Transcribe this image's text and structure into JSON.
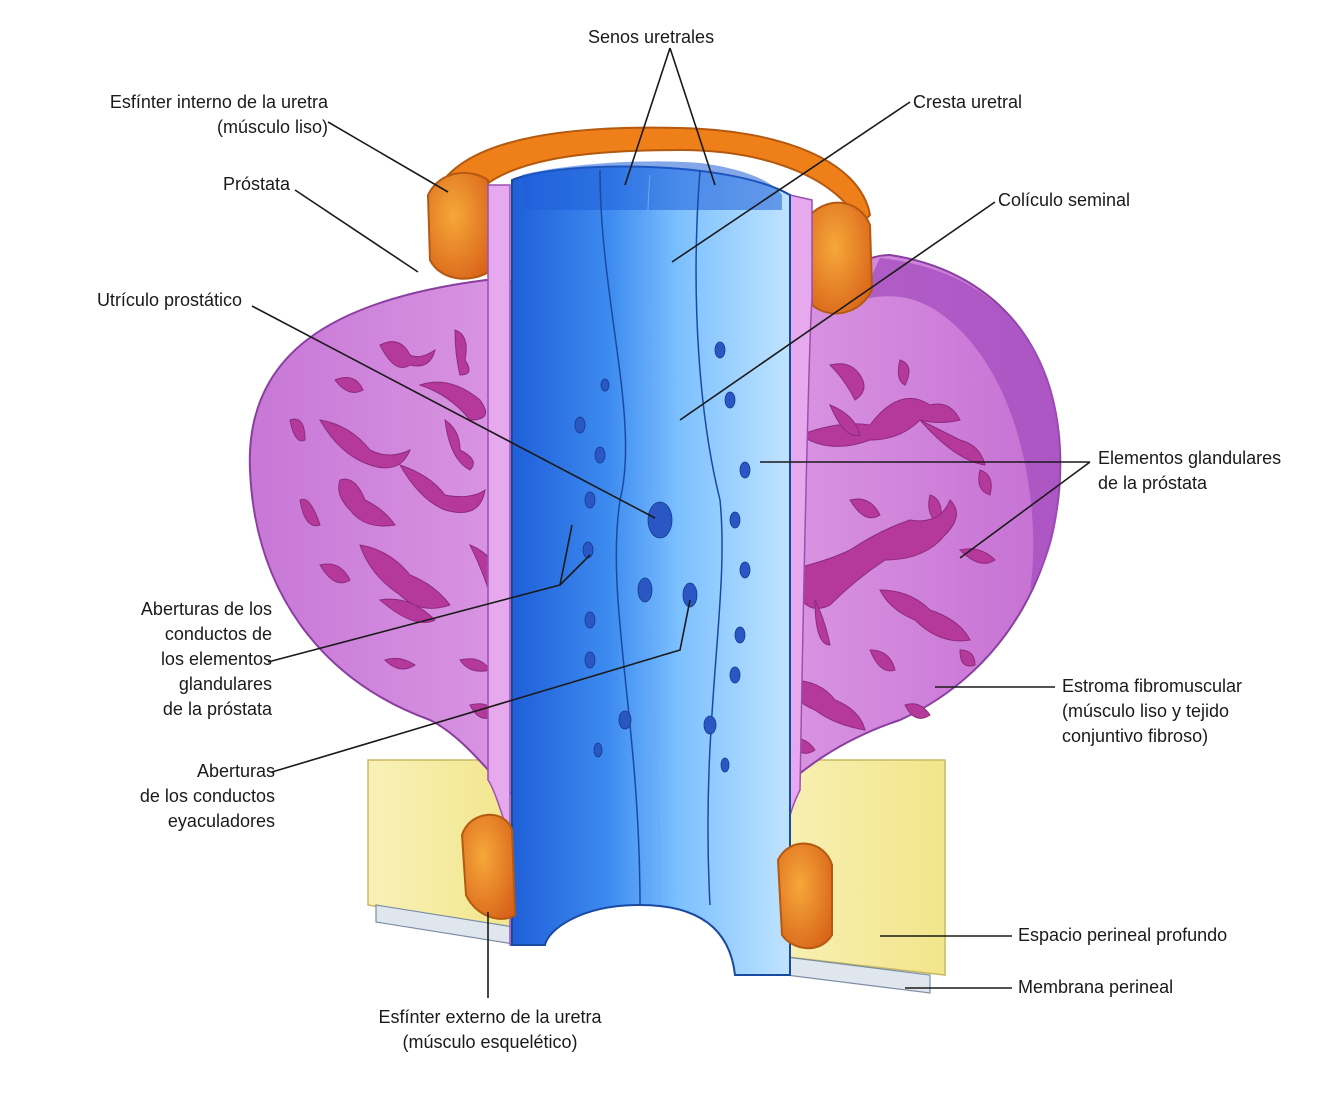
{
  "labels": {
    "senos_uretrales": "Senos uretrales",
    "esfinter_interno_1": "Esfínter interno de la uretra",
    "esfinter_interno_2": "(músculo liso)",
    "cresta_uretral": "Cresta uretral",
    "prostata": "Próstata",
    "coliculo_seminal": "Colículo seminal",
    "utriculo_prostatico": "Utrículo prostático",
    "elementos_glandulares_1": "Elementos glandulares",
    "elementos_glandulares_2": "de la próstata",
    "aberturas_conductos_1": "Aberturas de los",
    "aberturas_conductos_2": "conductos de",
    "aberturas_conductos_3": "los elementos",
    "aberturas_conductos_4": "glandulares",
    "aberturas_conductos_5": "de la próstata",
    "estroma_1": "Estroma fibromuscular",
    "estroma_2": "(músculo liso y tejido",
    "estroma_3": "conjuntivo fibroso)",
    "aberturas_eyac_1": "Aberturas",
    "aberturas_eyac_2": "de los conductos",
    "aberturas_eyac_3": "eyaculadores",
    "espacio_perineal": "Espacio perineal profundo",
    "membrana_perineal": "Membrana perineal",
    "esfinter_externo_1": "Esfínter externo de la uretra",
    "esfinter_externo_2": "(músculo esquelético)"
  },
  "colors": {
    "prostate": "#d98fe0",
    "prostate_dark": "#b25cc4",
    "gland": "#b4399b",
    "urethra_dark": "#2f6fe0",
    "urethra_light": "#a9d6ff",
    "sphincter": "#f08a1e",
    "membrane_yellow": "#f6eeaa"
  }
}
